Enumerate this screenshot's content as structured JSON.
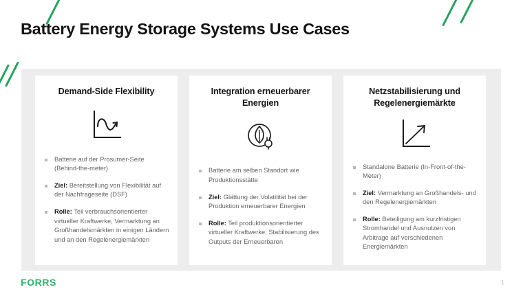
{
  "page": {
    "title": "Battery Energy Storage Systems Use Cases",
    "brand_logo": "FORRS",
    "page_number": "1",
    "accent_color": "#2eb36c",
    "panel_color": "#ededed",
    "card_color": "#ffffff",
    "text_color": "#636363",
    "heading_color": "#141414"
  },
  "cards": [
    {
      "title": "Demand-Side Flexibility",
      "icon": "wave-chart-arrow-icon",
      "bullets": [
        {
          "label": "",
          "text": "Batterie auf der Prosumer-Seite (Behind-the-meter)"
        },
        {
          "label": "Ziel:",
          "text": "Bereitstellung von Flexibilität auf der Nachfrageseite (DSF)"
        },
        {
          "label": "Rolle:",
          "text": "Teil verbrauchsorientierter virtueller Kraftwerke, Vermarktung an Großhandelsmärkten in einigen Ländern und an den Regelenergiemärkten"
        }
      ]
    },
    {
      "title": "Integration erneuerbarer Energien",
      "icon": "leaf-plug-circle-icon",
      "bullets": [
        {
          "label": "",
          "text": "Batterie am selben Standort wie Produktionsstätte"
        },
        {
          "label": "Ziel:",
          "text": "Glättung der Volatilität bei der Produktion erneuerbarer Energien"
        },
        {
          "label": "Rolle:",
          "text": "Teil produktionsorientierter virtueller Kraftwerke, Stabilisierung des Outputs der Erneuerbaren"
        }
      ]
    },
    {
      "title": "Netzstabilisierung und Regelenergiemärkte",
      "icon": "rising-arrow-chart-icon",
      "bullets": [
        {
          "label": "",
          "text": "Standalone Batterie (In-Front-of-the-Meter)"
        },
        {
          "label": "Ziel:",
          "text": "Vermarktung an Großhandels- und den Regelenergiemärkten"
        },
        {
          "label": "Rolle:",
          "text": "Beteiligung am kurzfristigen Stromhandel und Ausnutzen von Arbitrage auf verschiedenen Energiemärkten"
        }
      ]
    }
  ]
}
